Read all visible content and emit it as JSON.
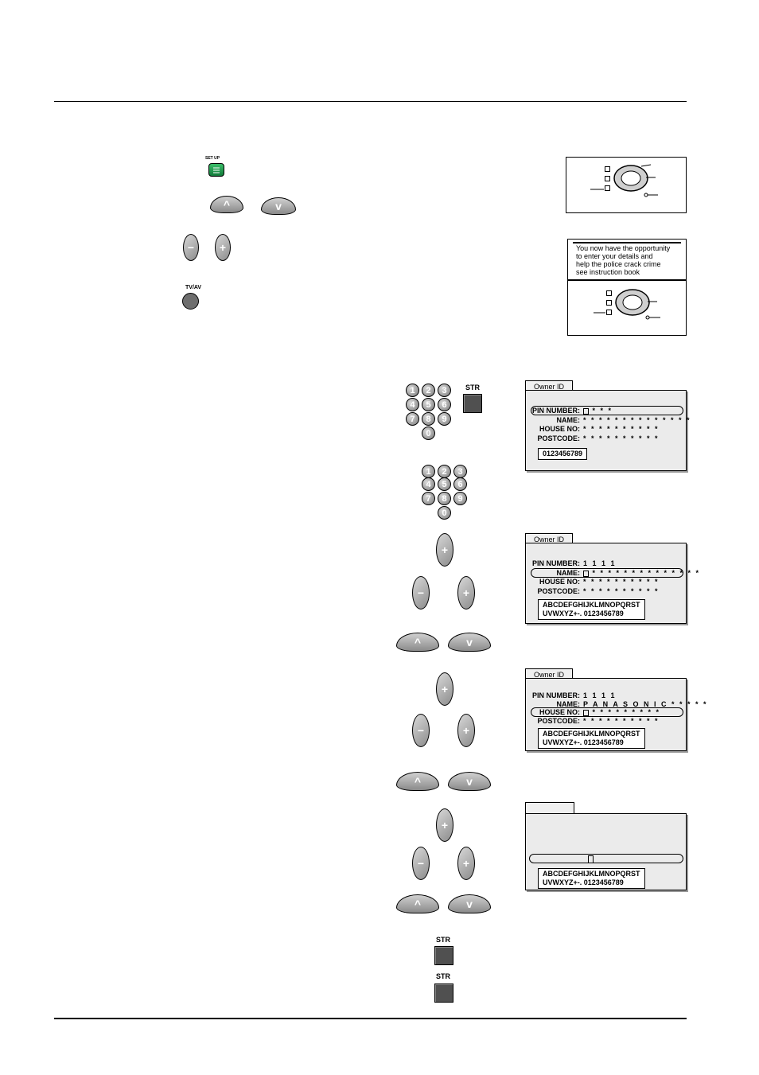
{
  "buttons": {
    "setup_label": "SET UP",
    "tvav_label": "TV/AV",
    "str_label": "STR",
    "plus_symbol": "+",
    "minus_symbol": "−",
    "up_symbol": "^",
    "down_symbol": "v"
  },
  "numkeys": [
    "1",
    "2",
    "3",
    "4",
    "5",
    "6",
    "7",
    "8",
    "9",
    "0"
  ],
  "message_box": {
    "line1": "You now have the opportunity",
    "line2": "to enter your details and",
    "line3": "help the police crack crime",
    "line4": "see instruction book"
  },
  "owner_panels": [
    {
      "tab": "Owner ID",
      "pin_label": "PIN NUMBER:",
      "pin_value": "* * *",
      "name_label": "NAME:",
      "name_value": "* * * * * * * * * * * * * *",
      "house_label": "HOUSE NO:",
      "house_value": "* * * * * * * * * *",
      "postcode_label": "POSTCODE:",
      "postcode_value": "* * * * * * * * * *",
      "chars_line1": "0123456789"
    },
    {
      "tab": "Owner ID",
      "pin_label": "PIN NUMBER:",
      "pin_value": "1 1 1 1",
      "name_label": "NAME:",
      "name_value": "* * * * * * * * * * * * * *",
      "house_label": "HOUSE NO:",
      "house_value": "* * * * * * * * * *",
      "postcode_label": "POSTCODE:",
      "postcode_value": "* * * * * * * * * *",
      "chars_line1": "ABCDEFGHIJKLMNOPQRST",
      "chars_line2": "UVWXYZ+-. 0123456789"
    },
    {
      "tab": "Owner ID",
      "pin_label": "PIN NUMBER:",
      "pin_value": "1 1 1 1",
      "name_label": "NAME:",
      "name_value": "P A N A S O N I C * * * * *",
      "house_label": "HOUSE NO:",
      "house_value": "* * * * * * * * *",
      "postcode_label": "POSTCODE:",
      "postcode_value": "* * * * * * * * * *",
      "chars_line1": "ABCDEFGHIJKLMNOPQRST",
      "chars_line2": "UVWXYZ+-. 0123456789"
    },
    {
      "chars_line1": "ABCDEFGHIJKLMNOPQRST",
      "chars_line2": "UVWXYZ+-. 0123456789"
    }
  ]
}
